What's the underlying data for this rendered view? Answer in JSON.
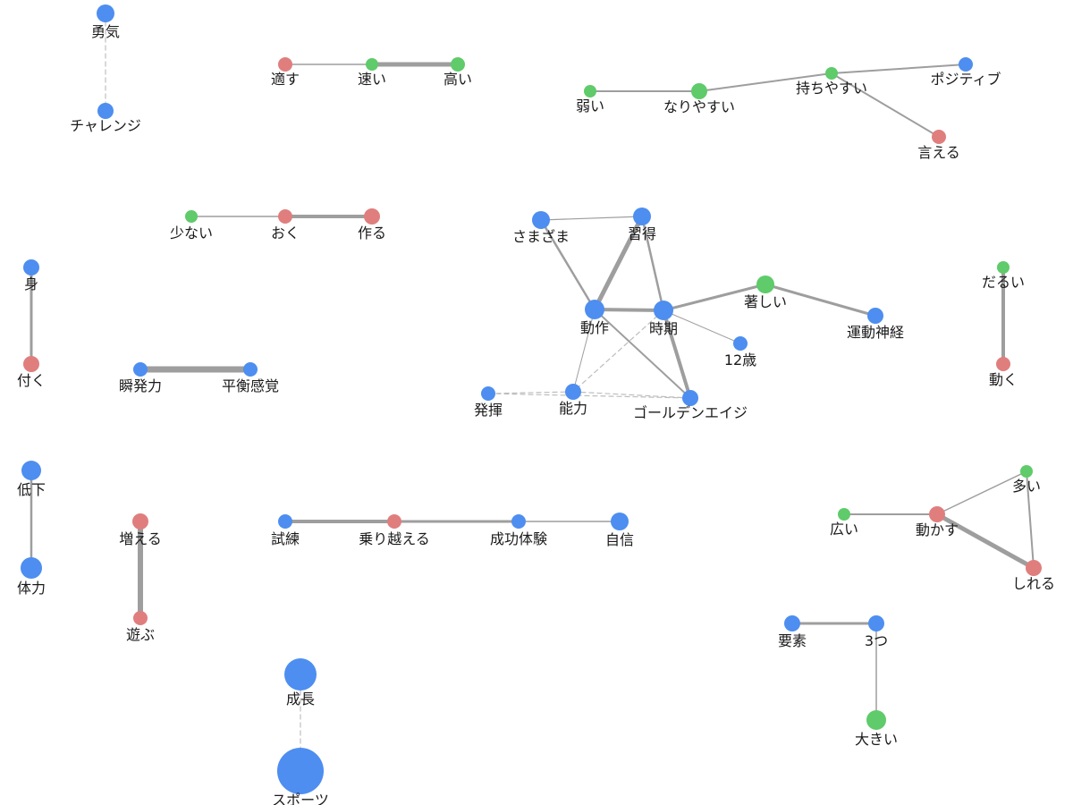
{
  "colors": {
    "noun": "#4d8ef0",
    "verb": "#e07e7e",
    "adj": "#5fcb6a",
    "edge": "#9e9e9e",
    "edge_dashed": "#bdbdbd"
  },
  "nodes": [
    {
      "id": "yuuki",
      "label": "勇気",
      "type": "noun"
    },
    {
      "id": "challenge",
      "label": "チャレンジ",
      "type": "noun"
    },
    {
      "id": "tekisu",
      "label": "適す",
      "type": "verb"
    },
    {
      "id": "hayai",
      "label": "速い",
      "type": "adj"
    },
    {
      "id": "takai",
      "label": "高い",
      "type": "adj"
    },
    {
      "id": "yowai",
      "label": "弱い",
      "type": "adj"
    },
    {
      "id": "nariyasui",
      "label": "なりやすい",
      "type": "adj"
    },
    {
      "id": "mochiyasui",
      "label": "持ちやすい",
      "type": "adj"
    },
    {
      "id": "positive",
      "label": "ポジティブ",
      "type": "noun"
    },
    {
      "id": "ieru",
      "label": "言える",
      "type": "verb"
    },
    {
      "id": "sukunai",
      "label": "少ない",
      "type": "adj"
    },
    {
      "id": "oku",
      "label": "おく",
      "type": "verb"
    },
    {
      "id": "tsukuru",
      "label": "作る",
      "type": "verb"
    },
    {
      "id": "samazama",
      "label": "さまざま",
      "type": "noun"
    },
    {
      "id": "shuutoku",
      "label": "習得",
      "type": "noun"
    },
    {
      "id": "ichijirushii",
      "label": "著しい",
      "type": "adj"
    },
    {
      "id": "dousa",
      "label": "動作",
      "type": "noun"
    },
    {
      "id": "jiki",
      "label": "時期",
      "type": "noun"
    },
    {
      "id": "undoushinkei",
      "label": "運動神経",
      "type": "noun"
    },
    {
      "id": "juunisai",
      "label": "12歳",
      "type": "noun"
    },
    {
      "id": "hakki",
      "label": "発揮",
      "type": "noun"
    },
    {
      "id": "nouryoku",
      "label": "能力",
      "type": "noun"
    },
    {
      "id": "golden",
      "label": "ゴールデンエイジ",
      "type": "noun"
    },
    {
      "id": "mi",
      "label": "身",
      "type": "noun"
    },
    {
      "id": "tsuku",
      "label": "付く",
      "type": "verb"
    },
    {
      "id": "shunpatsu",
      "label": "瞬発力",
      "type": "noun"
    },
    {
      "id": "heikou",
      "label": "平衡感覚",
      "type": "noun"
    },
    {
      "id": "darui",
      "label": "だるい",
      "type": "adj"
    },
    {
      "id": "ugoku",
      "label": "動く",
      "type": "verb"
    },
    {
      "id": "teika",
      "label": "低下",
      "type": "noun"
    },
    {
      "id": "tairyoku",
      "label": "体力",
      "type": "noun"
    },
    {
      "id": "fueru",
      "label": "増える",
      "type": "verb"
    },
    {
      "id": "asobu",
      "label": "遊ぶ",
      "type": "verb"
    },
    {
      "id": "shiren",
      "label": "試練",
      "type": "noun"
    },
    {
      "id": "norikoeru",
      "label": "乗り越える",
      "type": "verb"
    },
    {
      "id": "seikou",
      "label": "成功体験",
      "type": "noun"
    },
    {
      "id": "jishin",
      "label": "自信",
      "type": "noun"
    },
    {
      "id": "ooi",
      "label": "多い",
      "type": "adj"
    },
    {
      "id": "hiroi",
      "label": "広い",
      "type": "adj"
    },
    {
      "id": "ugokasu",
      "label": "動かす",
      "type": "verb"
    },
    {
      "id": "shireru",
      "label": "しれる",
      "type": "verb"
    },
    {
      "id": "youso",
      "label": "要素",
      "type": "noun"
    },
    {
      "id": "mittsu",
      "label": "3つ",
      "type": "noun"
    },
    {
      "id": "ookii",
      "label": "大きい",
      "type": "adj"
    },
    {
      "id": "seichou",
      "label": "成長",
      "type": "noun"
    },
    {
      "id": "sports",
      "label": "スポーツ",
      "type": "noun"
    }
  ],
  "edges": [
    {
      "from": "yuuki",
      "to": "challenge",
      "style": "dashed"
    },
    {
      "from": "tekisu",
      "to": "hayai",
      "style": "solid"
    },
    {
      "from": "hayai",
      "to": "takai",
      "style": "solid"
    },
    {
      "from": "yowai",
      "to": "nariyasui",
      "style": "solid"
    },
    {
      "from": "nariyasui",
      "to": "mochiyasui",
      "style": "solid"
    },
    {
      "from": "mochiyasui",
      "to": "positive",
      "style": "solid"
    },
    {
      "from": "mochiyasui",
      "to": "ieru",
      "style": "solid"
    },
    {
      "from": "sukunai",
      "to": "oku",
      "style": "solid"
    },
    {
      "from": "oku",
      "to": "tsukuru",
      "style": "solid"
    },
    {
      "from": "samazama",
      "to": "shuutoku",
      "style": "solid"
    },
    {
      "from": "samazama",
      "to": "dousa",
      "style": "solid"
    },
    {
      "from": "shuutoku",
      "to": "dousa",
      "style": "solid"
    },
    {
      "from": "shuutoku",
      "to": "jiki",
      "style": "solid"
    },
    {
      "from": "dousa",
      "to": "jiki",
      "style": "solid"
    },
    {
      "from": "jiki",
      "to": "ichijirushii",
      "style": "solid"
    },
    {
      "from": "ichijirushii",
      "to": "undoushinkei",
      "style": "solid"
    },
    {
      "from": "jiki",
      "to": "juunisai",
      "style": "solid"
    },
    {
      "from": "jiki",
      "to": "golden",
      "style": "solid"
    },
    {
      "from": "dousa",
      "to": "golden",
      "style": "solid"
    },
    {
      "from": "dousa",
      "to": "nouryoku",
      "style": "solid"
    },
    {
      "from": "jiki",
      "to": "nouryoku",
      "style": "dashed"
    },
    {
      "from": "hakki",
      "to": "nouryoku",
      "style": "dashed"
    },
    {
      "from": "nouryoku",
      "to": "golden",
      "style": "dashed"
    },
    {
      "from": "hakki",
      "to": "golden",
      "style": "dashed"
    },
    {
      "from": "mi",
      "to": "tsuku",
      "style": "solid"
    },
    {
      "from": "shunpatsu",
      "to": "heikou",
      "style": "solid"
    },
    {
      "from": "darui",
      "to": "ugoku",
      "style": "solid"
    },
    {
      "from": "teika",
      "to": "tairyoku",
      "style": "solid"
    },
    {
      "from": "fueru",
      "to": "asobu",
      "style": "solid"
    },
    {
      "from": "shiren",
      "to": "norikoeru",
      "style": "solid"
    },
    {
      "from": "norikoeru",
      "to": "seikou",
      "style": "solid"
    },
    {
      "from": "seikou",
      "to": "jishin",
      "style": "solid"
    },
    {
      "from": "hiroi",
      "to": "ugokasu",
      "style": "solid"
    },
    {
      "from": "ugokasu",
      "to": "ooi",
      "style": "solid"
    },
    {
      "from": "ooi",
      "to": "shireru",
      "style": "solid"
    },
    {
      "from": "ugokasu",
      "to": "shireru",
      "style": "solid"
    },
    {
      "from": "youso",
      "to": "mittsu",
      "style": "solid"
    },
    {
      "from": "mittsu",
      "to": "ookii",
      "style": "solid"
    },
    {
      "from": "seichou",
      "to": "sports",
      "style": "dashed"
    }
  ]
}
